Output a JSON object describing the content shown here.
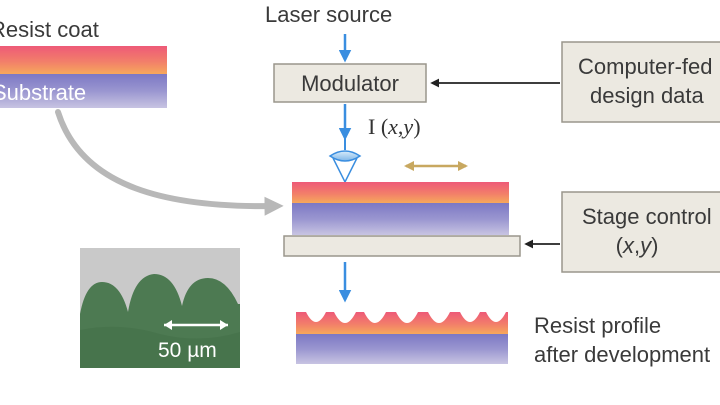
{
  "labels": {
    "resist_coat": "Resist coat",
    "substrate": "Substrate",
    "laser_source": "Laser source",
    "modulator": "Modulator",
    "computer_fed_line1": "Computer-fed",
    "computer_fed_line2": "design data",
    "intensity_prefix": "I (",
    "intensity_x": "x",
    "intensity_comma": ",",
    "intensity_y": "y",
    "intensity_suffix": ")",
    "stage_control_line1": "Stage control",
    "stage_control_line2_prefix": "(",
    "stage_control_x": "x",
    "stage_control_comma": ",",
    "stage_control_y": "y",
    "stage_control_line2_suffix": ")",
    "resist_profile_line1": "Resist profile",
    "resist_profile_line2": "after development",
    "scale_bar": "50 µm"
  },
  "colors": {
    "resist_top": "#f0607a",
    "resist_mid": "#f5a060",
    "substrate_top": "#8a86c8",
    "substrate_bottom": "#c4c0e0",
    "box_fill": "#ece9e1",
    "box_stroke": "#9a968c",
    "arrow_blue": "#3a8ee0",
    "arrow_tan": "#c8a860",
    "micrograph_bg": "#c8c8c8",
    "micrograph_fg": "#4e7a52"
  },
  "icons": {
    "lens": "lens-icon",
    "scan_arrow": "double-arrow-icon"
  }
}
